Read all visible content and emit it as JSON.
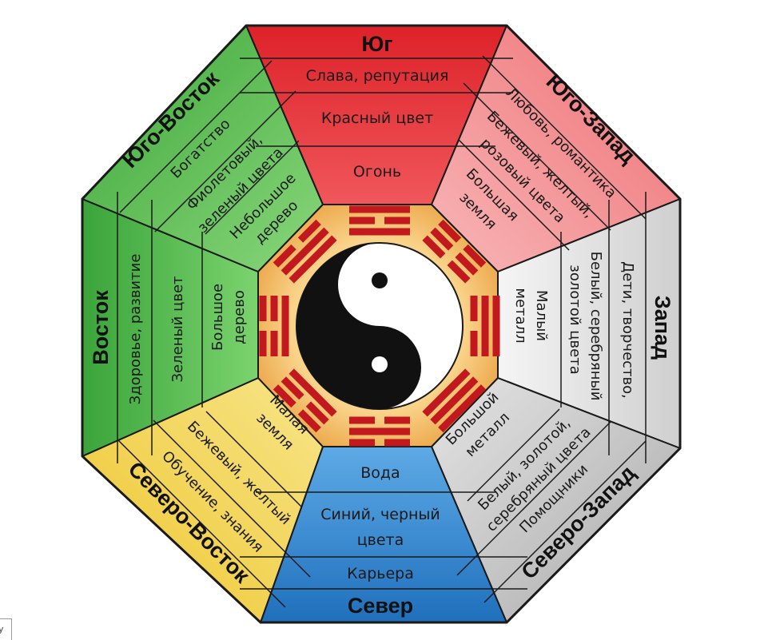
{
  "sectors": {
    "south": {
      "title": "Юг",
      "items": [
        "Слава, репутация",
        "Красный цвет",
        "Огонь"
      ]
    },
    "southwest": {
      "title": "Юго-Запад",
      "items": [
        "Любовь, романтика",
        "Бежевый, желтый,",
        "розовый цвета",
        "Большая",
        "земля"
      ]
    },
    "west": {
      "title": "Запад",
      "items": [
        "Дети, творчество,",
        "Белый, серебряный",
        "золотой цвета",
        "Малый",
        "металл"
      ]
    },
    "northwest": {
      "title": "Северо-Запад",
      "items": [
        "Помощники",
        "Белый, золотой,",
        "серебряный цвета",
        "Большой",
        "металл"
      ]
    },
    "north": {
      "title": "Север",
      "items": [
        "Карьера",
        "Синий, черный",
        "цвета",
        "Вода"
      ]
    },
    "northeast": {
      "title": "Северо-Восток",
      "items": [
        "Обучение, знания",
        "Бежевый, желтый",
        "Малая",
        "земля"
      ]
    },
    "east": {
      "title": "Восток",
      "items": [
        "Здоровье, развитие",
        "Зеленый цвет",
        "Большое",
        "дерево"
      ]
    },
    "southeast": {
      "title": "Юго-Восток",
      "items": [
        "Богатство",
        "Фиолетовый,",
        "зеленый цвета",
        "Небольшое",
        "дерево"
      ]
    }
  },
  "colors": {
    "south": "#e8333a",
    "southwest": "#f08a8c",
    "west": "#e6e6e6",
    "northwest": "#bdbdbd",
    "north": "#3d8fd6",
    "northeast": "#f2d64a",
    "east": "#4fb84a",
    "southeast": "#62c35a",
    "center": "#f2b35e",
    "trigram": "#c2191f",
    "outline": "#1a1a1a"
  },
  "center": {
    "symbol": "yin-yang"
  },
  "corner_fragment": "y"
}
